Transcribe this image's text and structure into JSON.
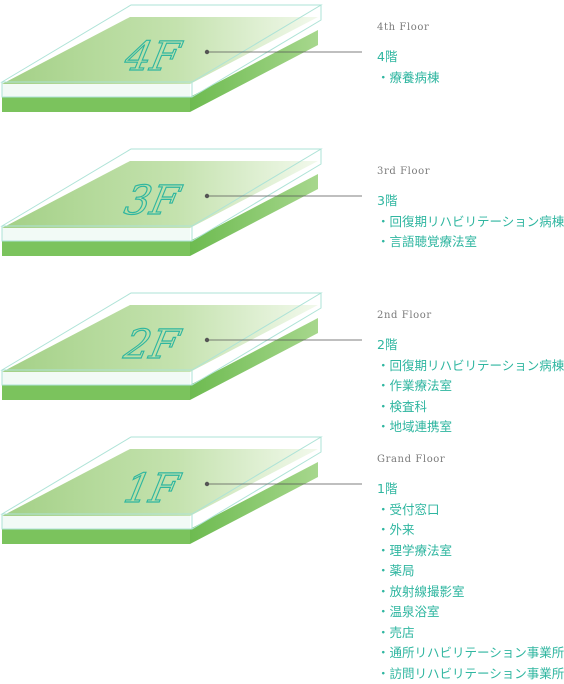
{
  "floors": [
    {
      "badge": "4F",
      "name_en": "4th Floor",
      "title": "4階",
      "items": [
        "・療養病棟"
      ]
    },
    {
      "badge": "3F",
      "name_en": "3rd Floor",
      "title": "3階",
      "items": [
        "・回復期リハビリテーション病棟",
        "・言語聴覚療法室"
      ]
    },
    {
      "badge": "2F",
      "name_en": "2nd Floor",
      "title": "2階",
      "items": [
        "・回復期リハビリテーション病棟",
        "・作業療法室",
        "・検査科",
        "・地域連携室"
      ]
    },
    {
      "badge": "1F",
      "name_en": "Grand Floor",
      "title": "1階",
      "items": [
        "・受付窓口",
        "・外来",
        "・理学療法室",
        "・薬局",
        "・放射線撮影室",
        "・温泉浴室",
        "・売店",
        "・通所リハビリテーション事業所",
        "・訪問リハビリテーション事業所"
      ]
    }
  ],
  "colors": {
    "slab_top": "#a8d38a",
    "slab_top_light": "#e8f4de",
    "slab_front": "#7bc35d",
    "glass_edge": "#aee3d7",
    "floor_text": "#2fb6a0",
    "connector": "#555555",
    "english_label": "#7b7b7b"
  }
}
